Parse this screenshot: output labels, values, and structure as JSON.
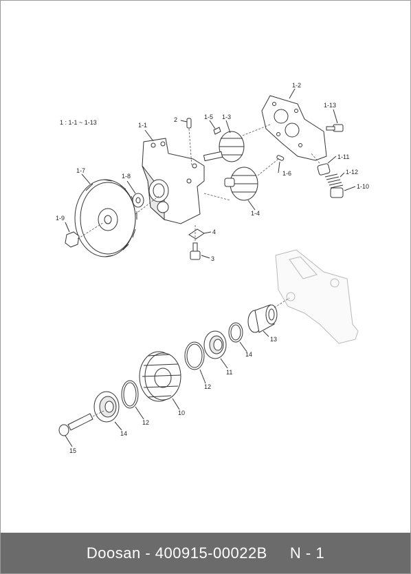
{
  "diagram": {
    "assembly_note": "1 : 1-1 ~ 1-13",
    "labels": {
      "l_1_1": "1-1",
      "l_1_2": "1-2",
      "l_1_3": "1-3",
      "l_1_4": "1-4",
      "l_1_5": "1-5",
      "l_1_6": "1-6",
      "l_1_7": "1-7",
      "l_1_8": "1-8",
      "l_1_9": "1-9",
      "l_1_10": "1-10",
      "l_1_11": "1-11",
      "l_1_12": "1-12",
      "l_1_13": "1-13",
      "l_2": "2",
      "l_3": "3",
      "l_4": "4",
      "l_10": "10",
      "l_11": "11",
      "l_12a": "12",
      "l_12b": "12",
      "l_13": "13",
      "l_14a": "14",
      "l_14b": "14",
      "l_15": "15"
    }
  },
  "footer": {
    "text": "Doosan - 400915-00022B     N - 1"
  }
}
